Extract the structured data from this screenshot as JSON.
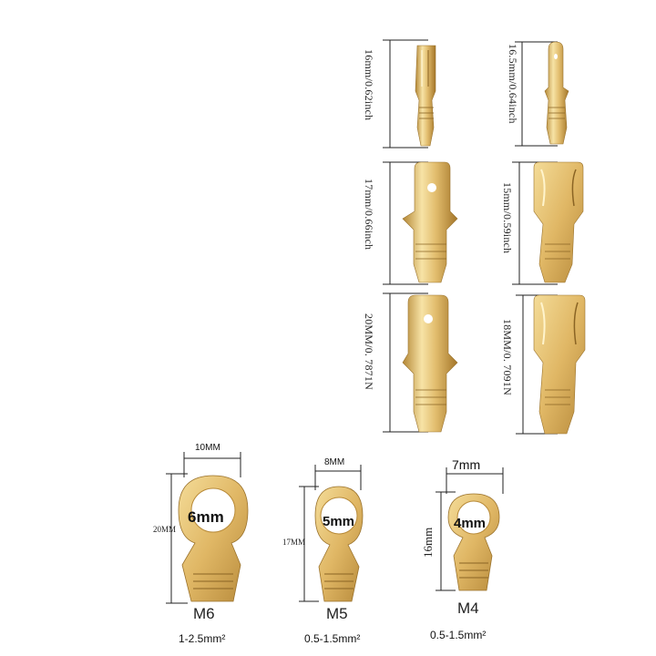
{
  "colors": {
    "brass_light": "#f5dd9a",
    "brass_mid": "#d9b060",
    "brass_dark": "#a57a2c",
    "line": "#222222"
  },
  "spade_terminals": [
    {
      "label": "16mm/0.62inch",
      "kind": "female-tab-narrow-icon"
    },
    {
      "label": "16.5mm/0.64inch",
      "kind": "male-tab-narrow-icon"
    },
    {
      "label": "17mm/0.66inch",
      "kind": "male-tab-icon"
    },
    {
      "label": "15mm/0.59inch",
      "kind": "female-receptacle-icon"
    },
    {
      "label": "20MM/0. 7871N",
      "kind": "male-tab-large-icon"
    },
    {
      "label": "18MM/0. 7091N",
      "kind": "female-receptacle-large-icon"
    }
  ],
  "ring_terminals": [
    {
      "width": "10MM",
      "height": "20MM",
      "hole": "6mm",
      "model": "M6",
      "spec": "1-2.5mm²"
    },
    {
      "width": "8MM",
      "height": "17MM",
      "hole": "5mm",
      "model": "M5",
      "spec": "0.5-1.5mm²"
    },
    {
      "width": "7mm",
      "height": "16mm",
      "hole": "4mm",
      "model": "M4",
      "spec": "0.5-1.5mm²"
    }
  ]
}
